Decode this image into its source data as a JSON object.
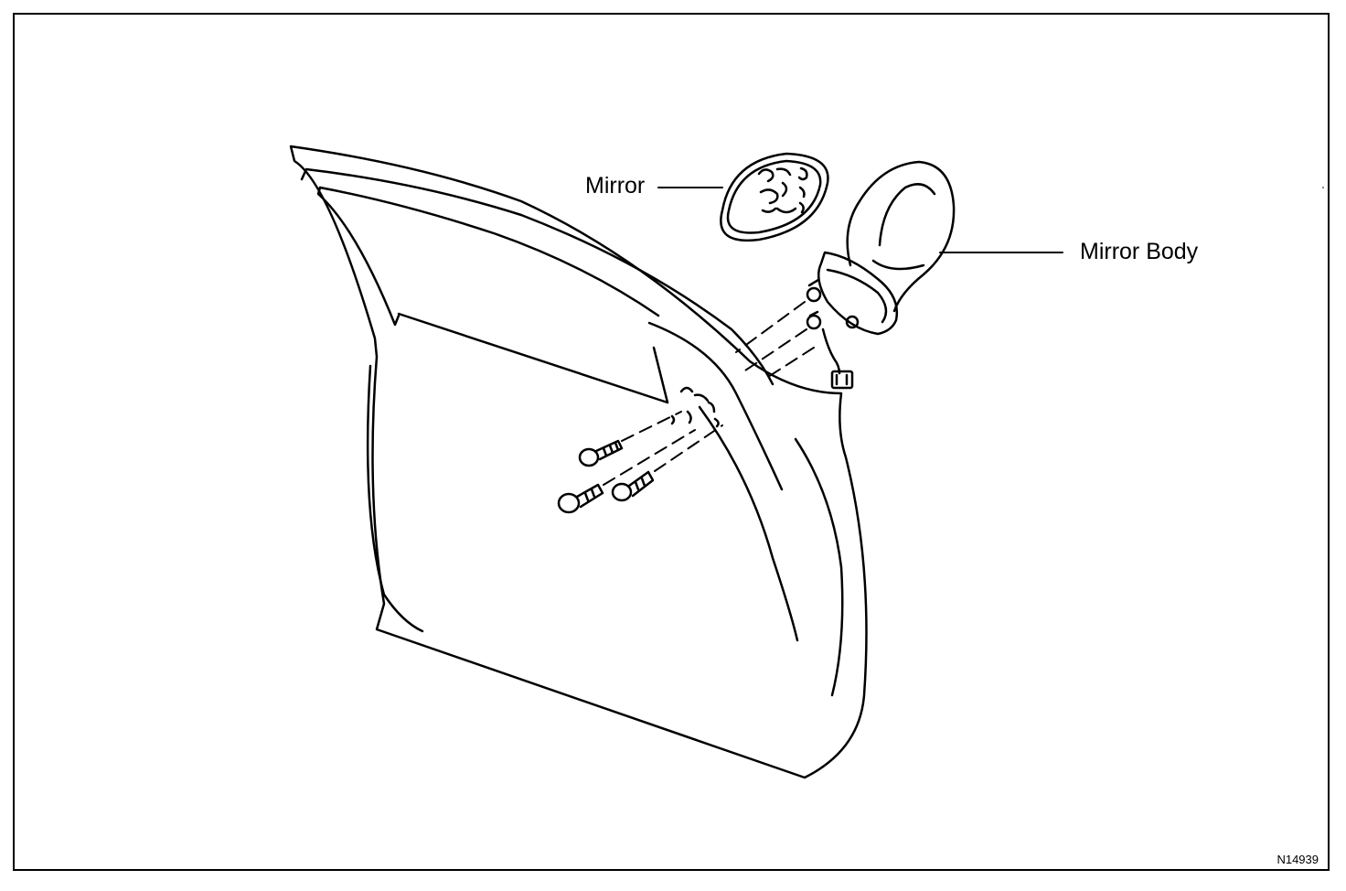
{
  "labels": {
    "mirror": "Mirror",
    "mirror_body": "Mirror Body"
  },
  "figure_code": "N14939"
}
